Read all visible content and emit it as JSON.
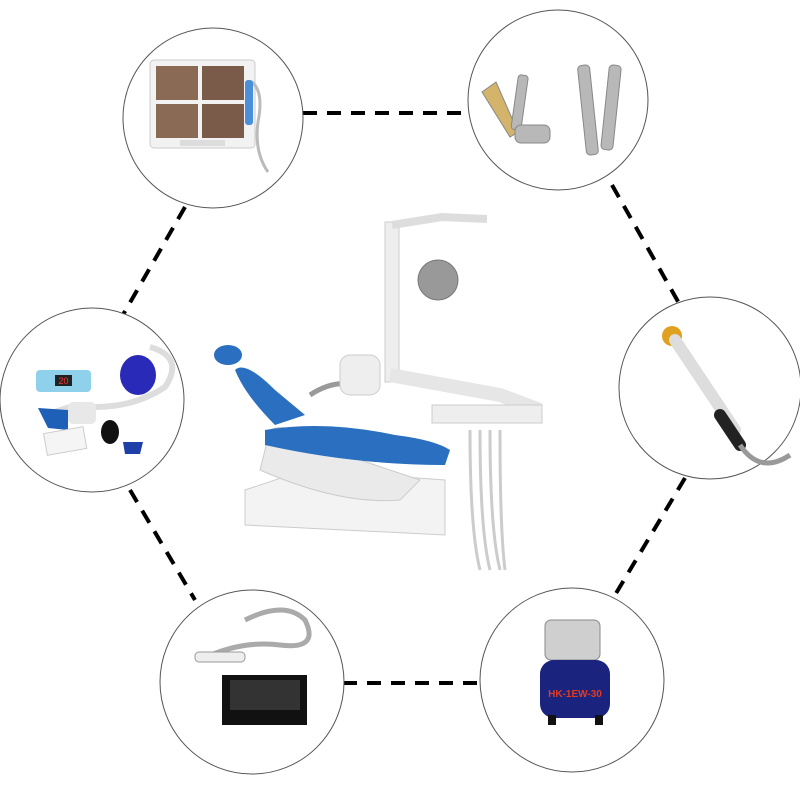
{
  "colors": {
    "chair_blue": "#2a6fc0",
    "compressor_blue": "#1a237e",
    "compressor_label": "#e53a1e",
    "connector": "#000000",
    "circle_border": "#555555"
  },
  "items": {
    "intraoral_camera_monitor": {
      "icon": "monitor-with-intraoral-camera"
    },
    "handpieces": {
      "icon": "dental-handpieces"
    },
    "curing_light": {
      "icon": "curing-light"
    },
    "whitening_lamp": {
      "icon": "teeth-whitening-lamp",
      "display_value": "20"
    },
    "ultrasonic_scaler": {
      "icon": "ultrasonic-scaler"
    },
    "air_compressor": {
      "icon": "oil-free-air-compressor",
      "label": "HK-1EW-30"
    },
    "dental_chair": {
      "icon": "dental-chair-unit"
    }
  }
}
